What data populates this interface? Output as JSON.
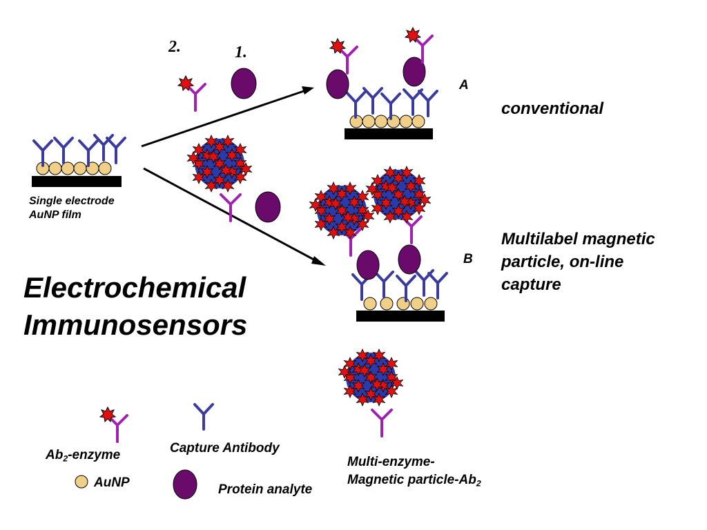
{
  "step_labels": {
    "step2": "2.",
    "step1": "1."
  },
  "electrode": {
    "label_line1": "Single electrode",
    "label_line2": "AuNP film"
  },
  "title": {
    "line1": "Electrochemical",
    "line2": "Immunosensors"
  },
  "route_a": {
    "letter": "A",
    "caption": "conventional"
  },
  "route_b": {
    "letter": "B",
    "caption_line1": "Multilabel magnetic",
    "caption_line2": "particle, on-line",
    "caption_line3": "capture"
  },
  "legend": {
    "ab2_prefix": "Ab",
    "ab2_sub": "2",
    "ab2_suffix": "-enzyme",
    "capture_antibody": "Capture Antibody",
    "aunp": "AuNP",
    "protein": "Protein analyte",
    "multi_line1": "Multi-enzyme-",
    "multi_line2_prefix": "Magnetic particle-Ab",
    "multi_line2_sub": "2"
  },
  "colors": {
    "capture_antibody": "#3b3b9e",
    "ab2_antibody": "#a020b0",
    "aunp_fill": "#f0d088",
    "protein": "#6a0a6a",
    "electrode": "#000000",
    "particle_core": "#2a3aa8",
    "enzyme_star": "#e01010"
  }
}
